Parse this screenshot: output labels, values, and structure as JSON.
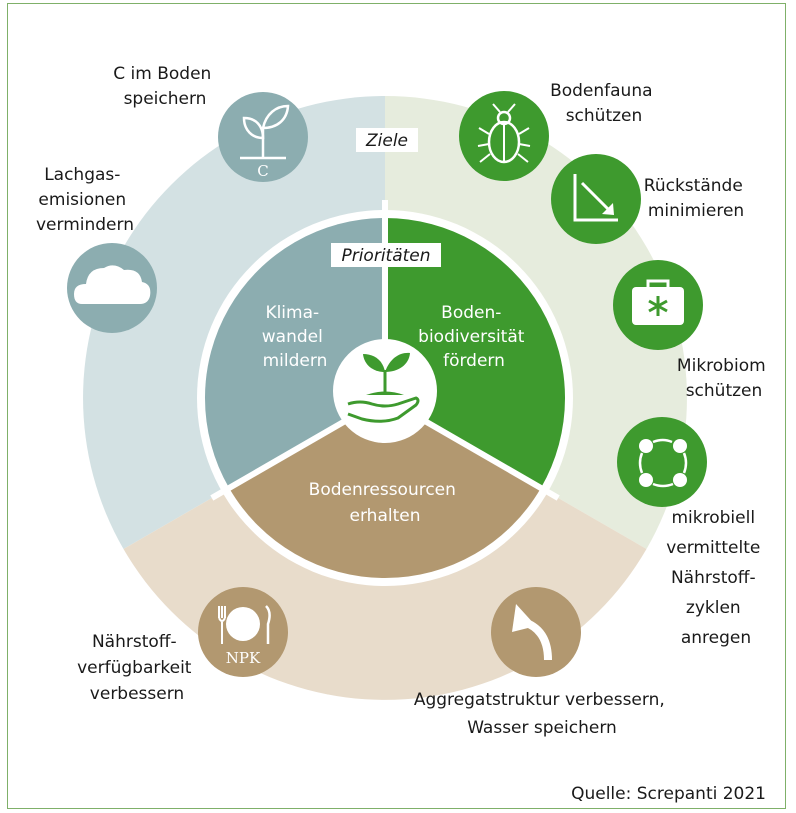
{
  "colors": {
    "frame": "#7fb069",
    "teal_light": "#d3e1e3",
    "teal": "#8cadb0",
    "green_light": "#e6ecdd",
    "green": "#3e9a2e",
    "tan_light": "#e8dccb",
    "tan": "#b29870",
    "white": "#ffffff"
  },
  "tags": {
    "goals": "Ziele",
    "priorities": "Prioritäten"
  },
  "priorities": {
    "climate": [
      "Klima-",
      "wandel",
      "mildern"
    ],
    "biodiversity": [
      "Boden-",
      "biodiversität",
      "fördern"
    ],
    "resources": [
      "Bodenressourcen",
      "erhalten"
    ]
  },
  "goals": {
    "carbon": [
      "C im Boden",
      "speichern"
    ],
    "nitrous": [
      "Lachgas-",
      "emisionen",
      "vermindern"
    ],
    "fauna": [
      "Bodenfauna",
      "schützen"
    ],
    "residues": [
      "Rückstände",
      "minimieren"
    ],
    "microbiome": [
      "Mikrobiom",
      "schützen"
    ],
    "cycles": [
      "mikrobiell",
      "vermittelte",
      "Nährstoff-",
      "zyklen",
      "anregen"
    ],
    "nutrients": [
      "Nährstoff-",
      "verfügbarkeit",
      "verbessern"
    ],
    "aggregate": [
      "Aggregatstruktur verbessern,",
      "Wasser speichern"
    ]
  },
  "icon_texts": {
    "carbon": "C",
    "npk": "NPK"
  },
  "source": "Quelle: Screpanti 2021"
}
